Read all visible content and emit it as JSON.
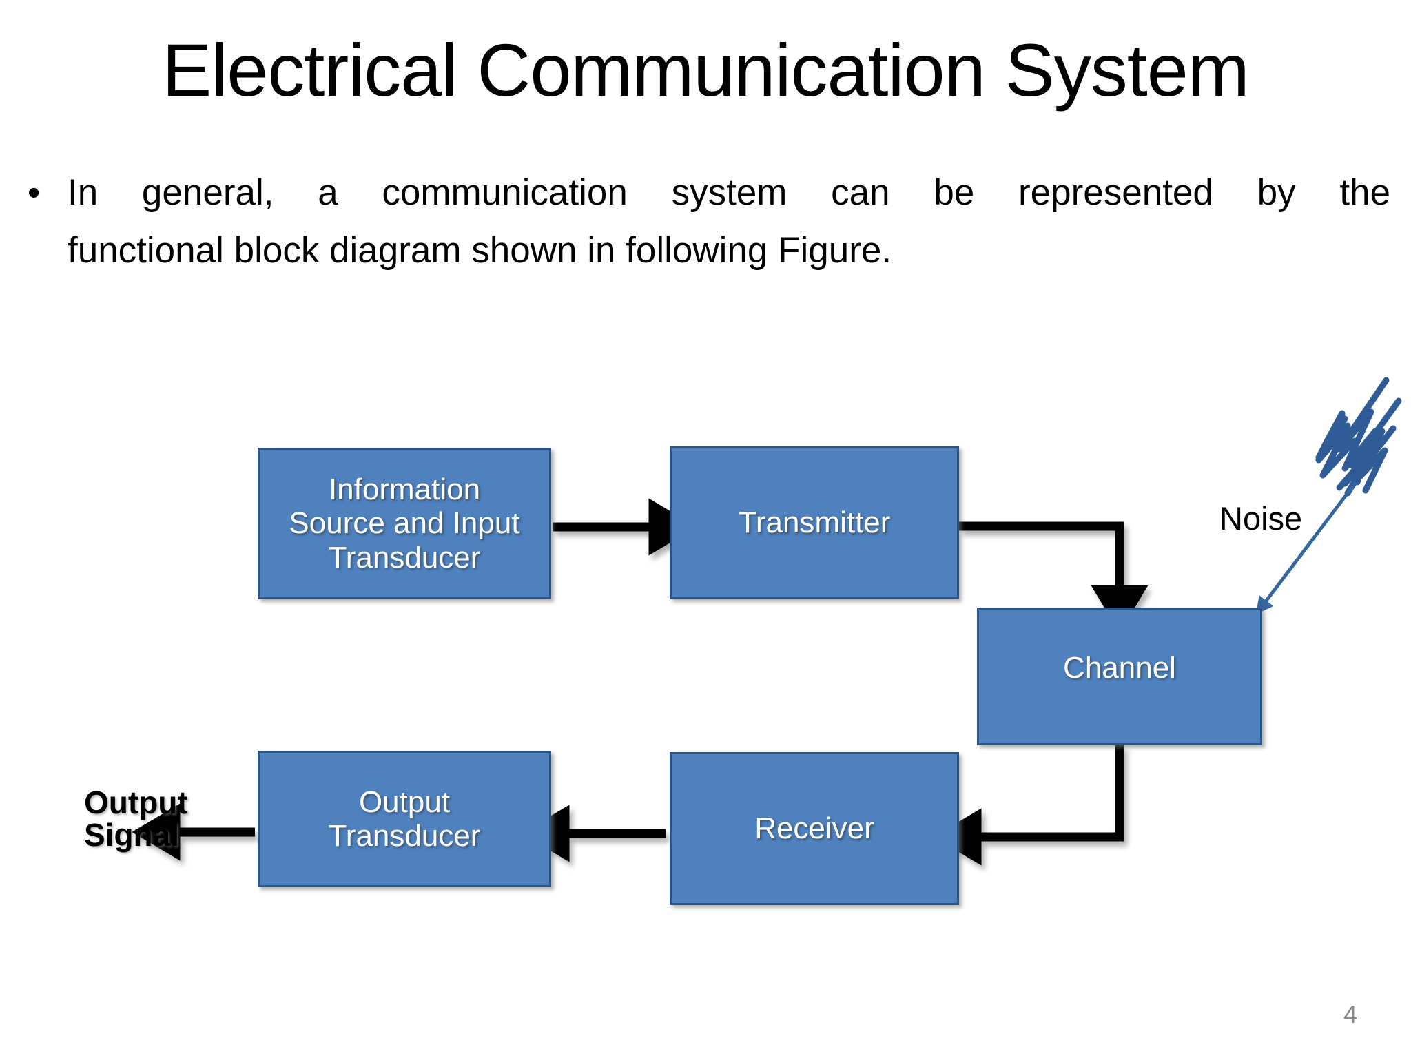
{
  "slide": {
    "title": "Electrical Communication System",
    "page_number": "4",
    "background_color": "#FFFFFF"
  },
  "body": {
    "bullet_marker": "•",
    "line_1": "In general, a communication system can be represented by the",
    "line_2": "functional block diagram shown in following Figure."
  },
  "diagram": {
    "block_fill_color": "#4E81BD",
    "block_border_color": "#2E5484",
    "block_text_color": "#FFFFFF",
    "connector_color": "#000000",
    "noise_accent_color": "#2F5B96",
    "blocks": [
      {
        "id": "information-source",
        "label": "Information\nSource and Input\nTransducer"
      },
      {
        "id": "transmitter",
        "label": "Transmitter"
      },
      {
        "id": "channel",
        "label": "Channel"
      },
      {
        "id": "receiver",
        "label": "Receiver"
      },
      {
        "id": "output-transducer",
        "label": "Output\nTransducer"
      }
    ],
    "labels": {
      "noise": "Noise",
      "output_signal": "Output\nSignal"
    },
    "flow": [
      "Information Source and Input Transducer → Transmitter",
      "Transmitter → Channel",
      "Noise → Channel",
      "Channel → Receiver",
      "Receiver → Output Transducer",
      "Output Transducer → Output Signal"
    ]
  }
}
